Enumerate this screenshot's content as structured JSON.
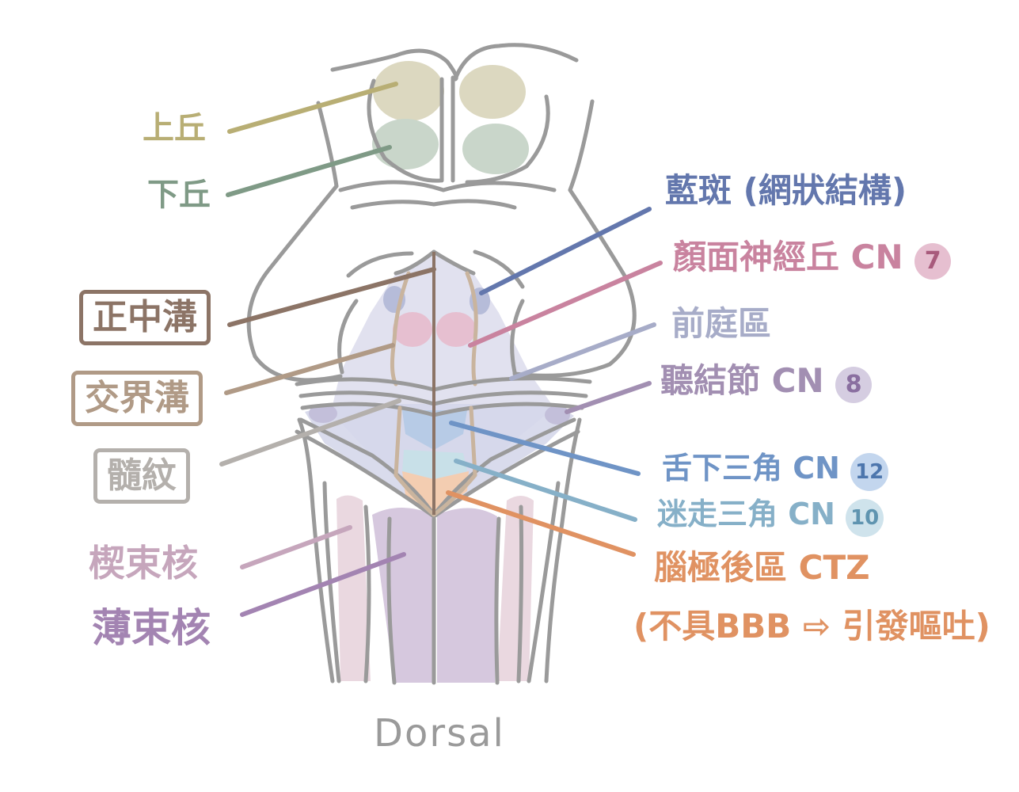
{
  "labels": {
    "superior_colliculus": "上丘",
    "inferior_colliculus": "下丘",
    "median_sulcus": "正中溝",
    "sulcus_limitans": "交界溝",
    "striae_medullares": "髓紋",
    "cuneate_nucleus": "楔束核",
    "gracile_nucleus": "薄束核",
    "locus_coeruleus": "藍斑 (網狀結構)",
    "facial_colliculus": "顏面神經丘 CN",
    "facial_colliculus_num": "7",
    "vestibular_area": "前庭區",
    "acoustic_tubercle": "聽結節 CN",
    "acoustic_tubercle_num": "8",
    "hypoglossal_trigone": "舌下三角 CN",
    "hypoglossal_trigone_num": "12",
    "vagal_trigone": "迷走三角 CN",
    "vagal_trigone_num": "10",
    "area_postrema_line1": "腦極後區 CTZ",
    "area_postrema_line2": "(不具BBB ⇨ 引發嘔吐)",
    "view_label": "Dorsal"
  },
  "colors": {
    "outline": "#9a9a9a",
    "superior_colliculus": "#b8ae74",
    "inferior_colliculus": "#7f9a86",
    "median_sulcus": "#8c7466",
    "sulcus_limitans": "#b09a86",
    "striae_medullares": "#b4b0ac",
    "cuneate_nucleus": "#c6a6bc",
    "gracile_nucleus": "#a384b2",
    "locus_coeruleus": "#6377ad",
    "facial_colliculus": "#c9839f",
    "vestibular_area": "#a7acc8",
    "acoustic_tubercle": "#a28fb2",
    "hypoglossal_trigone": "#6f94c6",
    "vagal_trigone": "#86b0c8",
    "area_postrema": "#e09262",
    "dorsal_text": "#9a9a9a"
  }
}
